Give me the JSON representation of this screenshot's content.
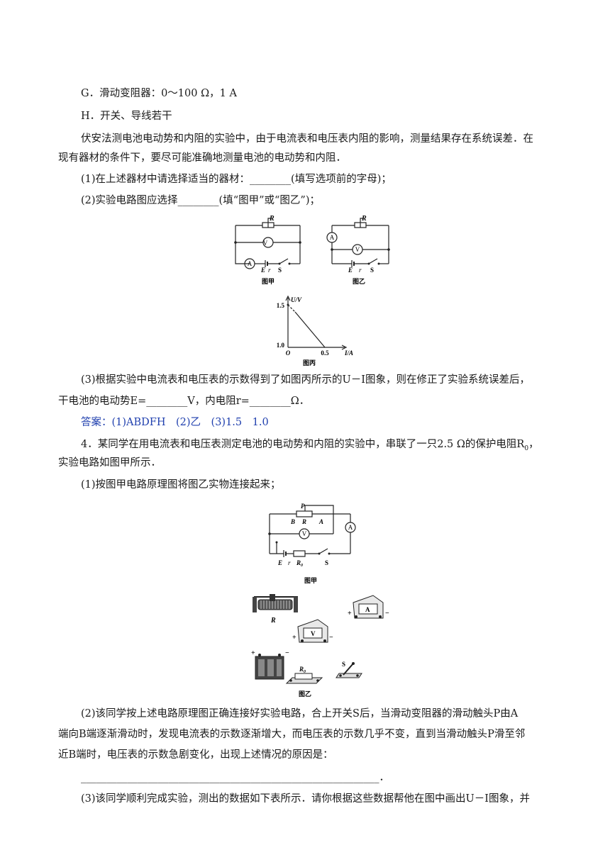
{
  "text": {
    "g": "G．滑动变阻器：0～100 Ω，1 A",
    "h": "H．开关、导线若干",
    "p1a": "伏安法测电池电动势和内阻的实验中，由于电流表和电压表内阻的影响，测量结果存在系统误差．在",
    "p1b": "现有器材的条件下，要尽可能准确地测量电池的电动势和内阻．",
    "q1": "(1)在上述器材中请选择适当的器材：________(填写选项前的字母)；",
    "q2": "(2)实验电路图应选择________(填“图甲”或“图乙”)；",
    "q3a": "(3)根据实验中电流表和电压表的示数得到了如图丙所示的U－I图象，则在修正了实验系统误差后，",
    "q3b": "干电池的电动势E=________V，内电阻r=________Ω．",
    "answer": "答案：(1)ABDFH　(2)乙　(3)1.5　1.0",
    "p4a": "4．某同学在用电流表和电压表测定电池的电动势和内阻的实验中，串联了一只2.5 Ω的保护电阻R",
    "p4a_sub": "0",
    "p4a_end": "，",
    "p4b": "实验电路如图甲所示．",
    "q4_1": "(1)按图甲电路原理图将图乙实物连接起来；",
    "q4_2a": "(2)该同学按上述电路原理图正确连接好实验电路，合上开关S后，当滑动变阻器的滑动触头P由A",
    "q4_2b": "端向B端逐渐滑动时，发现电流表的示数逐渐增大，而电压表的示数几乎不变，直到当滑动触头P滑至邻",
    "q4_2c": "近B端时，电压表的示数急剧变化，出现上述情况的原因是：",
    "q4_2d": "__________________________________________________________．",
    "q4_3": "(3)该同学顺利完成实验，测出的数据如下表所示．请你根据这些数据帮他在图中画出U－I图象，并"
  },
  "figures": {
    "jia": {
      "caption": "图甲",
      "R": "R",
      "V": "V",
      "A": "A",
      "E": "E",
      "r": "r",
      "S": "S"
    },
    "yi": {
      "caption": "图乙",
      "R": "R",
      "V": "V",
      "A": "A",
      "E": "E",
      "r": "r",
      "S": "S"
    },
    "bing": {
      "caption": "图丙",
      "ylabel": "U/V",
      "xlabel": "I/A",
      "y_top": "1.5",
      "y_bottom": "1.0",
      "origin": "O",
      "x_tick": "0.5"
    },
    "jia2": {
      "caption": "图甲",
      "P": "P",
      "B": "B",
      "R": "R",
      "A_end": "A",
      "V": "V",
      "Am": "A",
      "E": "E",
      "r": "r",
      "R0": "R",
      "R0sub": "0",
      "S": "S"
    },
    "yi2": {
      "caption": "图乙",
      "R": "R",
      "A": "A",
      "V": "V",
      "R0": "R",
      "R0sub": "0",
      "S": "S",
      "plus": "+",
      "minus": "−"
    }
  }
}
